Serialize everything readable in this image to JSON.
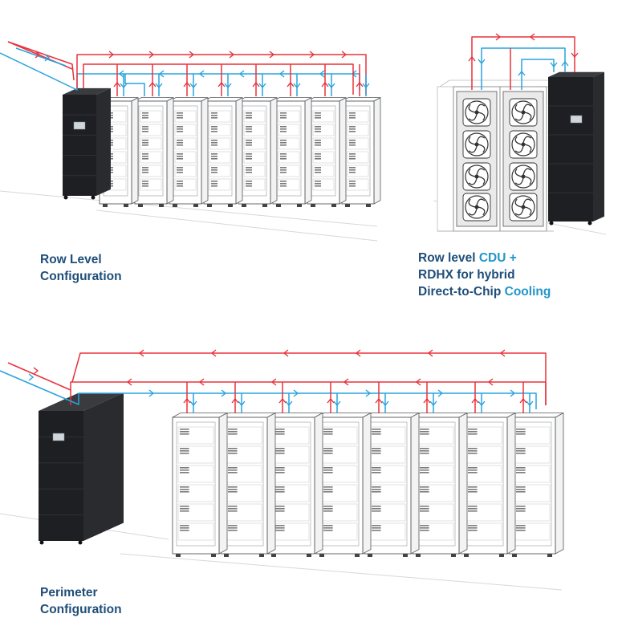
{
  "colors": {
    "hot_pipe": "#e8323c",
    "cold_pipe": "#29a3dd",
    "label_dark": "#1f4e79",
    "label_accent": "#2196c8",
    "cdu_body": "#1e1f22",
    "rack_outline": "#55585c"
  },
  "diagrams": [
    {
      "label_line1": "Row Level",
      "label_line2": "Configuration"
    },
    {
      "label_line1_a": "Row level ",
      "label_line1_b": "CDU",
      "label_line1_c": " +",
      "label_line2": "RDHX for hybrid",
      "label_line3_a": "Direct-to-Chip ",
      "label_line3_b": "Cooling"
    },
    {
      "label_line1": "Perimeter",
      "label_line2": "Configuration"
    }
  ],
  "icons": [
    "cdu-unit-icon",
    "server-rack-icon",
    "rear-door-heat-exchanger-icon",
    "fan-icon",
    "flow-arrow-icon"
  ]
}
